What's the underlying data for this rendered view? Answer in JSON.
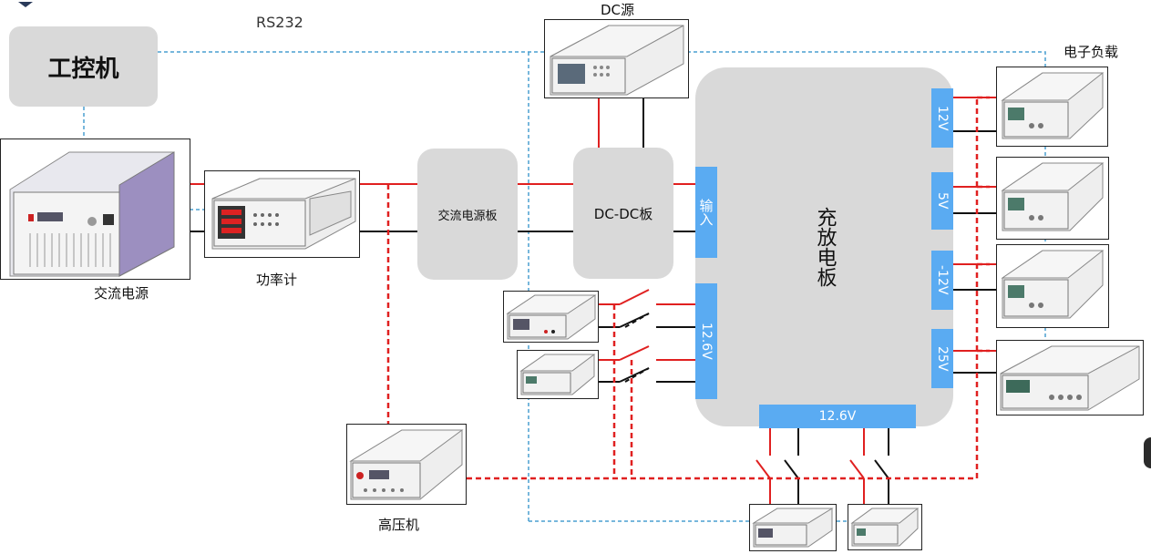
{
  "ipc": {
    "label": "工控机"
  },
  "rs232": {
    "label": "RS232"
  },
  "ac_source": {
    "label": "交流电源"
  },
  "power_meter": {
    "label": "功率计"
  },
  "ac_board": {
    "label": "交流电源板"
  },
  "dcdc_board": {
    "label": "DC-DC板"
  },
  "dc_source": {
    "label": "DC源"
  },
  "main_board": {
    "label": "充放电板"
  },
  "input_port": {
    "label": "输入"
  },
  "port_126_left": {
    "label": "12.6V"
  },
  "port_126_bottom": {
    "label": "12.6V"
  },
  "e_load": {
    "label": "电子负载"
  },
  "out_12v": {
    "label": "12V"
  },
  "out_5v": {
    "label": "5V"
  },
  "out_m12v": {
    "label": "-12V"
  },
  "out_25v": {
    "label": "25V"
  },
  "hipot": {
    "label": "高压机"
  },
  "colors": {
    "red": "#e02020",
    "blue": "#5aabf2",
    "gray": "#d9d9d9",
    "dash_blue": "#4a9fd0"
  }
}
